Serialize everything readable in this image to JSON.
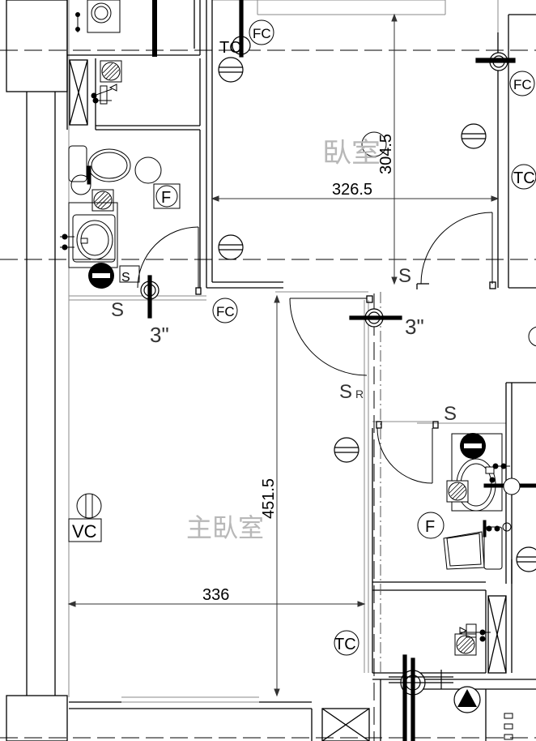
{
  "room_labels": {
    "bedroom": "臥室",
    "master_bedroom": "主臥室"
  },
  "dimensions": {
    "bedroom_width": "326.5",
    "bedroom_depth": "304.5",
    "master_width": "336",
    "master_depth": "451.5"
  },
  "symbols": {
    "tc": "TC",
    "fc": "FC",
    "f": "F",
    "vc": "VC",
    "s": "S",
    "sr_main": "S",
    "sr_sub": "R",
    "pipe": "3\""
  },
  "colors": {
    "line": "#000000",
    "dim_line": "#333333",
    "grey_line": "#8a8a8a",
    "room_text": "#b8b8b8"
  }
}
